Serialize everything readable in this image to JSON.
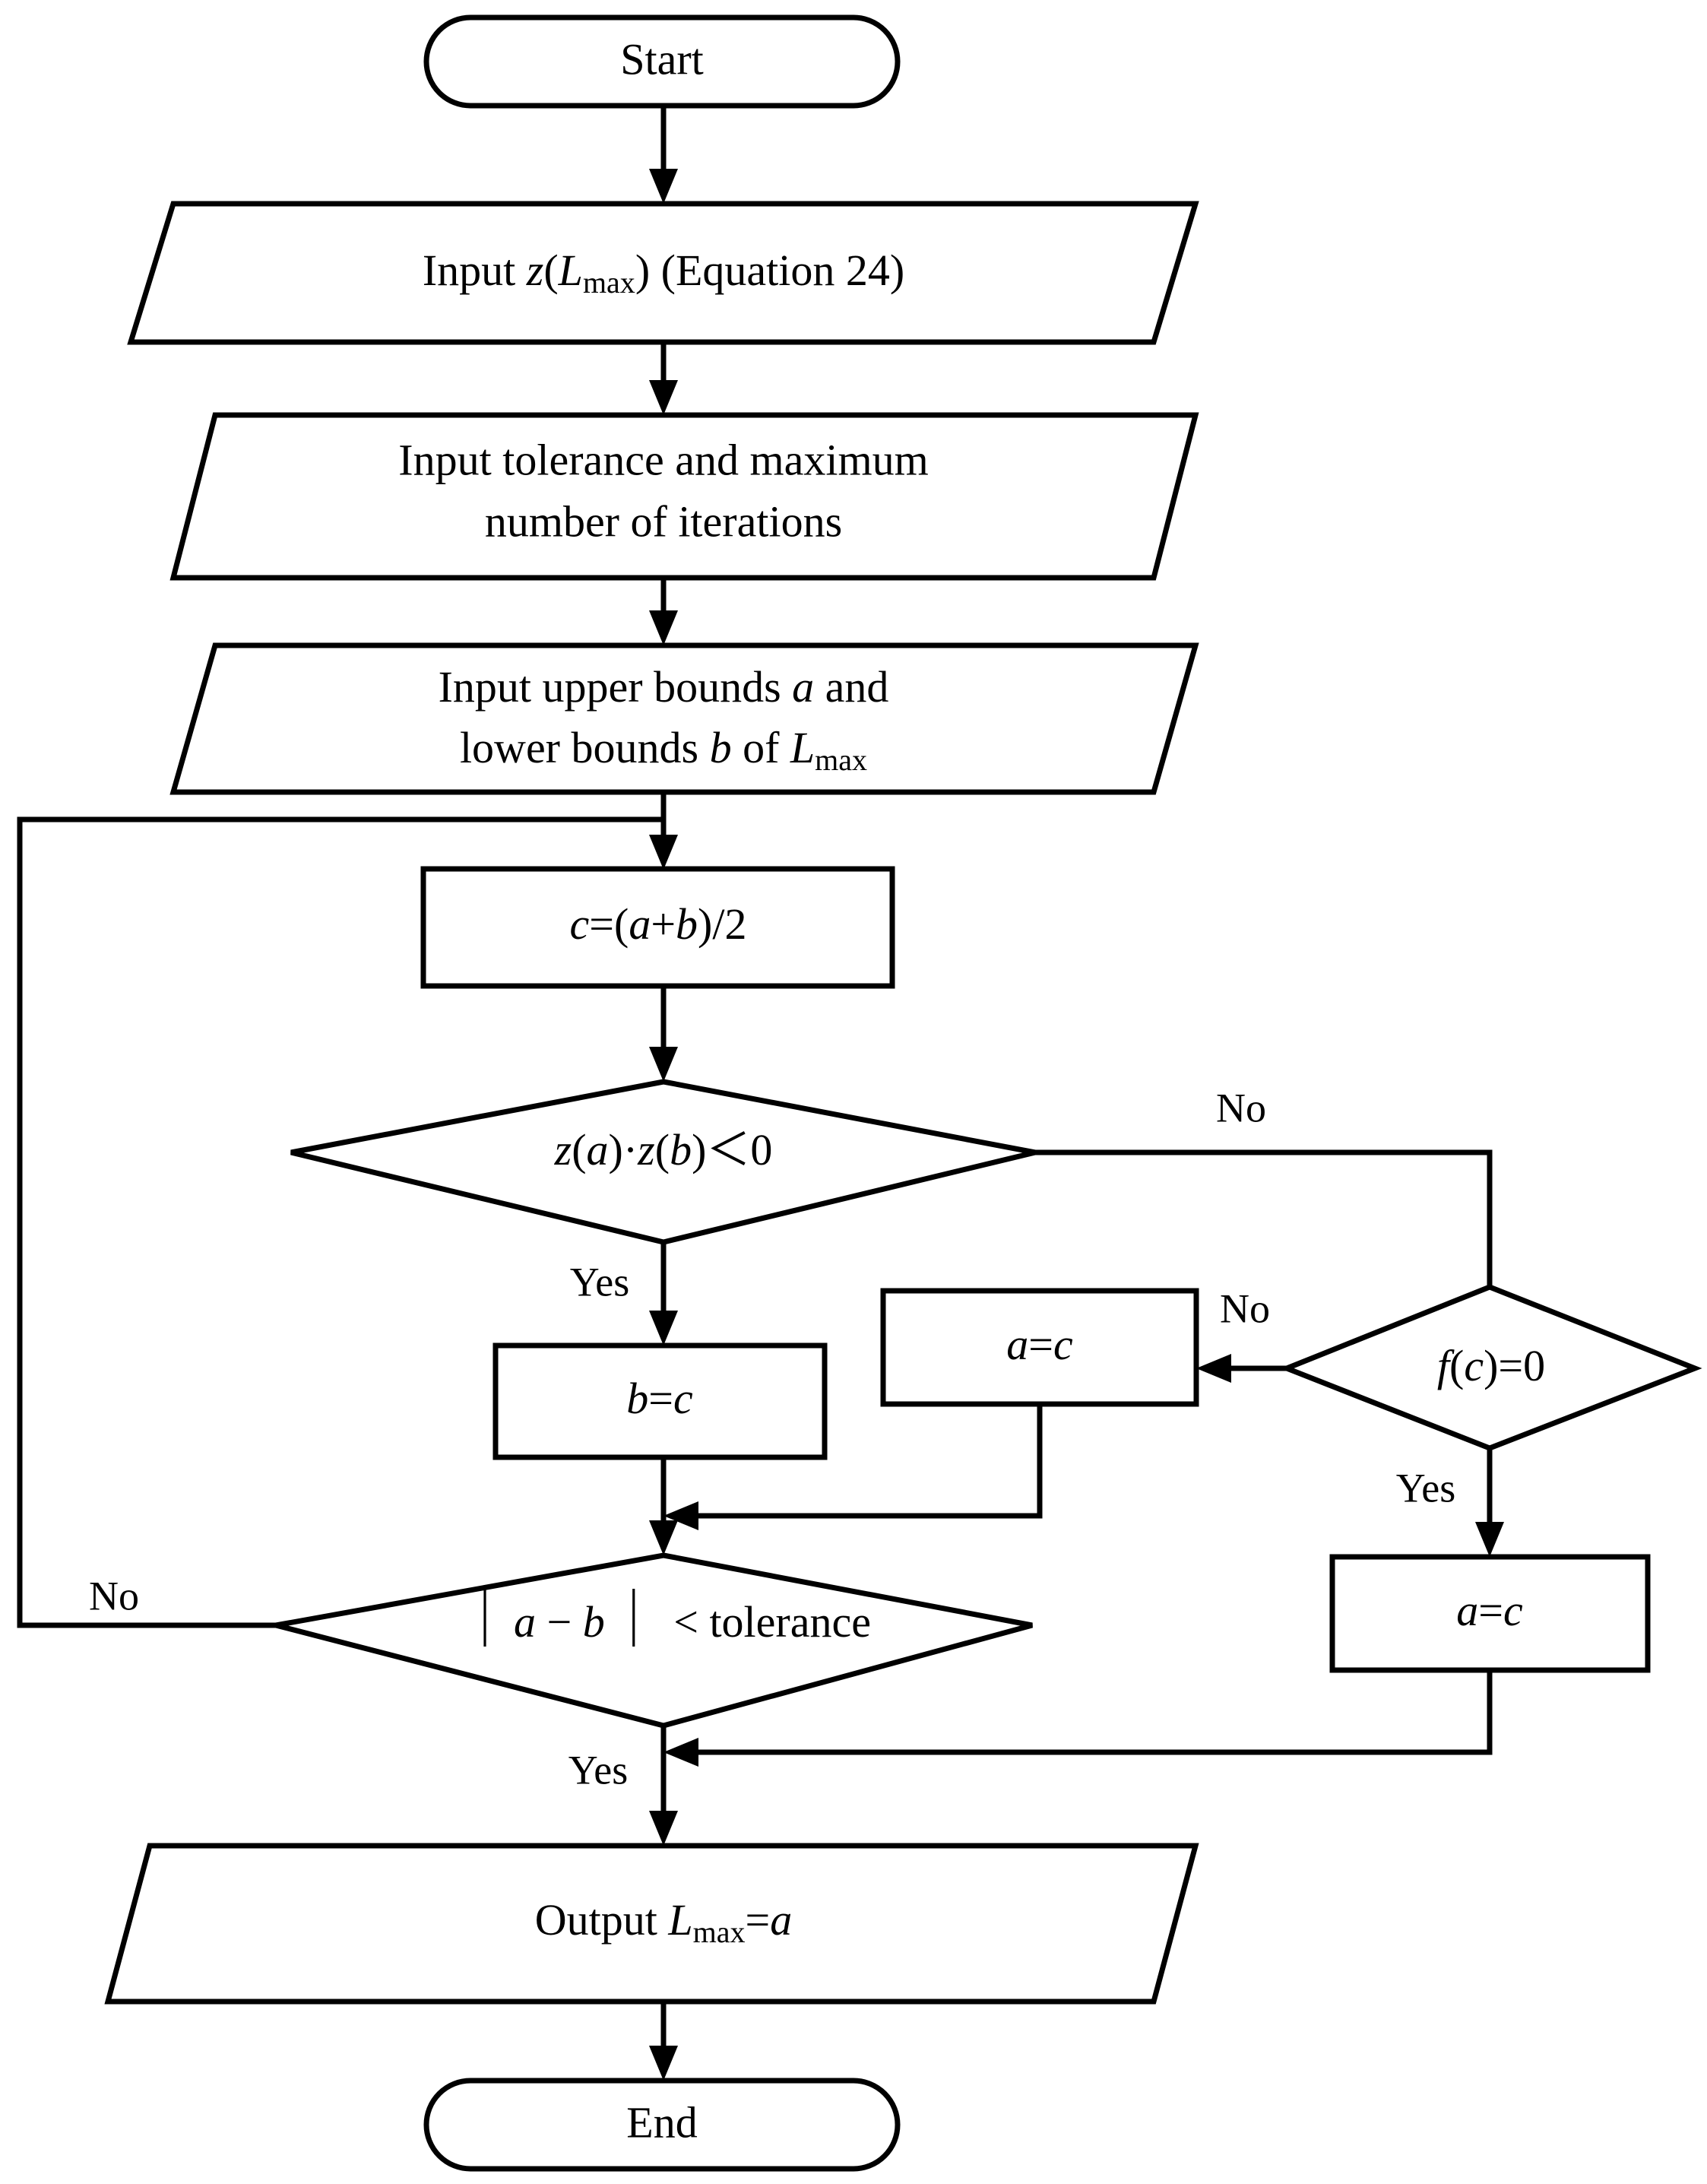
{
  "diagram": {
    "title": "Bisection method flowchart for computing Lmax",
    "type": "flowchart",
    "stroke_color": "#000000",
    "fill_color": "#ffffff",
    "background_color": "#ffffff"
  },
  "nodes": {
    "start": {
      "label": "Start",
      "shape": "terminator"
    },
    "input_z": {
      "shape": "parallelogram",
      "text_parts": [
        {
          "t": "Input ",
          "style": "roman"
        },
        {
          "t": "z",
          "style": "italic"
        },
        {
          "t": "(",
          "style": "roman"
        },
        {
          "t": "L",
          "style": "italic"
        },
        {
          "t": "max",
          "style": "subscript"
        },
        {
          "t": ") (Equation 24)",
          "style": "roman"
        }
      ],
      "plain": "Input z(Lmax) (Equation 24)"
    },
    "input_tol": {
      "shape": "parallelogram",
      "line1": "Input tolerance and maximum",
      "line2": "number of iterations",
      "plain": "Input tolerance and maximum number of iterations"
    },
    "input_bounds": {
      "shape": "parallelogram",
      "line1_parts": [
        {
          "t": "Input upper bounds ",
          "style": "roman"
        },
        {
          "t": "a",
          "style": "italic"
        },
        {
          "t": " and",
          "style": "roman"
        }
      ],
      "line2_parts": [
        {
          "t": "lower bounds ",
          "style": "roman"
        },
        {
          "t": "b",
          "style": "italic"
        },
        {
          "t": " of ",
          "style": "roman"
        },
        {
          "t": "L",
          "style": "italic"
        },
        {
          "t": "max",
          "style": "subscript"
        }
      ],
      "plain": "Input upper bounds a and lower bounds b of Lmax"
    },
    "compute_c": {
      "shape": "process",
      "text_parts": [
        {
          "t": "c",
          "style": "italic"
        },
        {
          "t": "=(",
          "style": "roman"
        },
        {
          "t": "a",
          "style": "italic"
        },
        {
          "t": "+",
          "style": "roman"
        },
        {
          "t": "b",
          "style": "italic"
        },
        {
          "t": ")/2",
          "style": "roman"
        }
      ],
      "plain": "c=(a+b)/2"
    },
    "decision_sign": {
      "shape": "decision",
      "text_parts": [
        {
          "t": "z",
          "style": "italic"
        },
        {
          "t": "(",
          "style": "roman"
        },
        {
          "t": "a",
          "style": "italic"
        },
        {
          "t": ")·",
          "style": "roman"
        },
        {
          "t": "z",
          "style": "italic"
        },
        {
          "t": "(",
          "style": "roman"
        },
        {
          "t": "b",
          "style": "italic"
        },
        {
          "t": ")＜0",
          "style": "roman"
        }
      ],
      "plain": "z(a)·z(b)＜0"
    },
    "decision_fc": {
      "shape": "decision",
      "text_parts": [
        {
          "t": "f",
          "style": "italic"
        },
        {
          "t": "(",
          "style": "roman"
        },
        {
          "t": "c",
          "style": "italic"
        },
        {
          "t": ")=0",
          "style": "roman"
        }
      ],
      "plain": "f(c)=0"
    },
    "assign_b_eq_c": {
      "shape": "process",
      "text_parts": [
        {
          "t": "b",
          "style": "italic"
        },
        {
          "t": "=",
          "style": "roman"
        },
        {
          "t": "c",
          "style": "italic"
        }
      ],
      "plain": "b=c"
    },
    "assign_a_eq_c_upper": {
      "shape": "process",
      "text_parts": [
        {
          "t": "a",
          "style": "italic"
        },
        {
          "t": "=",
          "style": "roman"
        },
        {
          "t": "c",
          "style": "italic"
        }
      ],
      "plain": "a=c"
    },
    "assign_a_eq_c_lower": {
      "shape": "process",
      "text_parts": [
        {
          "t": "a",
          "style": "italic"
        },
        {
          "t": "=",
          "style": "roman"
        },
        {
          "t": "c",
          "style": "italic"
        }
      ],
      "plain": "a=c"
    },
    "decision_tol": {
      "shape": "decision",
      "text_parts": [
        {
          "t": "｜",
          "style": "bar"
        },
        {
          "t": "a",
          "style": "italic"
        },
        {
          "t": " − ",
          "style": "roman"
        },
        {
          "t": "b",
          "style": "italic"
        },
        {
          "t": "｜",
          "style": "bar"
        },
        {
          "t": " < tolerance",
          "style": "roman"
        }
      ],
      "plain": "|a − b| < tolerance"
    },
    "output": {
      "shape": "parallelogram",
      "text_parts": [
        {
          "t": "Output ",
          "style": "roman"
        },
        {
          "t": "L",
          "style": "italic"
        },
        {
          "t": "max",
          "style": "subscript"
        },
        {
          "t": "=",
          "style": "roman"
        },
        {
          "t": "a",
          "style": "italic"
        }
      ],
      "plain": "Output Lmax=a"
    },
    "end": {
      "label": "End",
      "shape": "terminator"
    }
  },
  "edge_labels": {
    "sign_no": "No",
    "sign_yes": "Yes",
    "fc_no": "No",
    "fc_yes": "Yes",
    "tol_no": "No",
    "tol_yes": "Yes"
  }
}
